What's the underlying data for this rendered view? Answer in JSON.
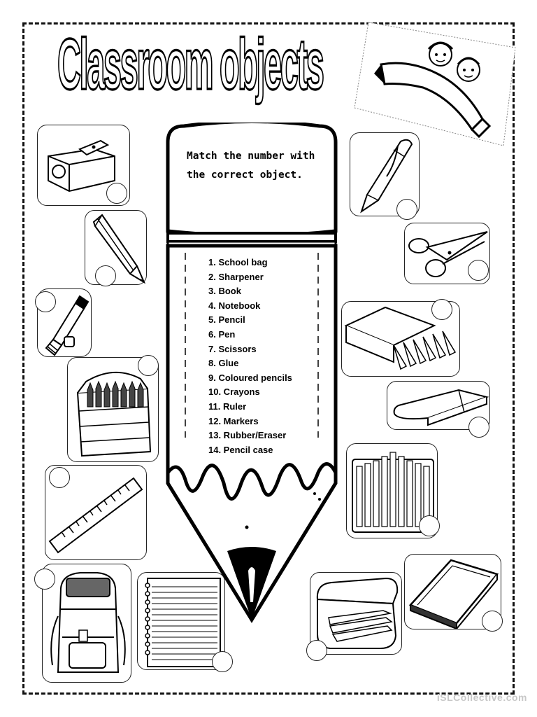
{
  "title": "Classroom objects",
  "instructions": "Match the number with the correct object.",
  "word_list": [
    "1.   School bag",
    "2.   Sharpener",
    "3.   Book",
    "4.   Notebook",
    "5.   Pencil",
    "6.   Pen",
    "7.   Scissors",
    "8.   Glue",
    "9.   Coloured pencils",
    "10. Crayons",
    "11. Ruler",
    "12. Markers",
    "13. Rubber/Eraser",
    "14. Pencil case"
  ],
  "watermark": "iSLCollective.com",
  "pictures": [
    "sharpener-icon",
    "pencil-icon",
    "glue-stick-icon",
    "crayons-icon",
    "ruler-icon",
    "school-bag-icon",
    "notebook-icon",
    "pen-icon",
    "scissors-icon",
    "coloured-pencils-icon",
    "eraser-icon",
    "markers-icon",
    "pencil-case-icon",
    "book-icon",
    "kids-pencil-banner-icon"
  ]
}
